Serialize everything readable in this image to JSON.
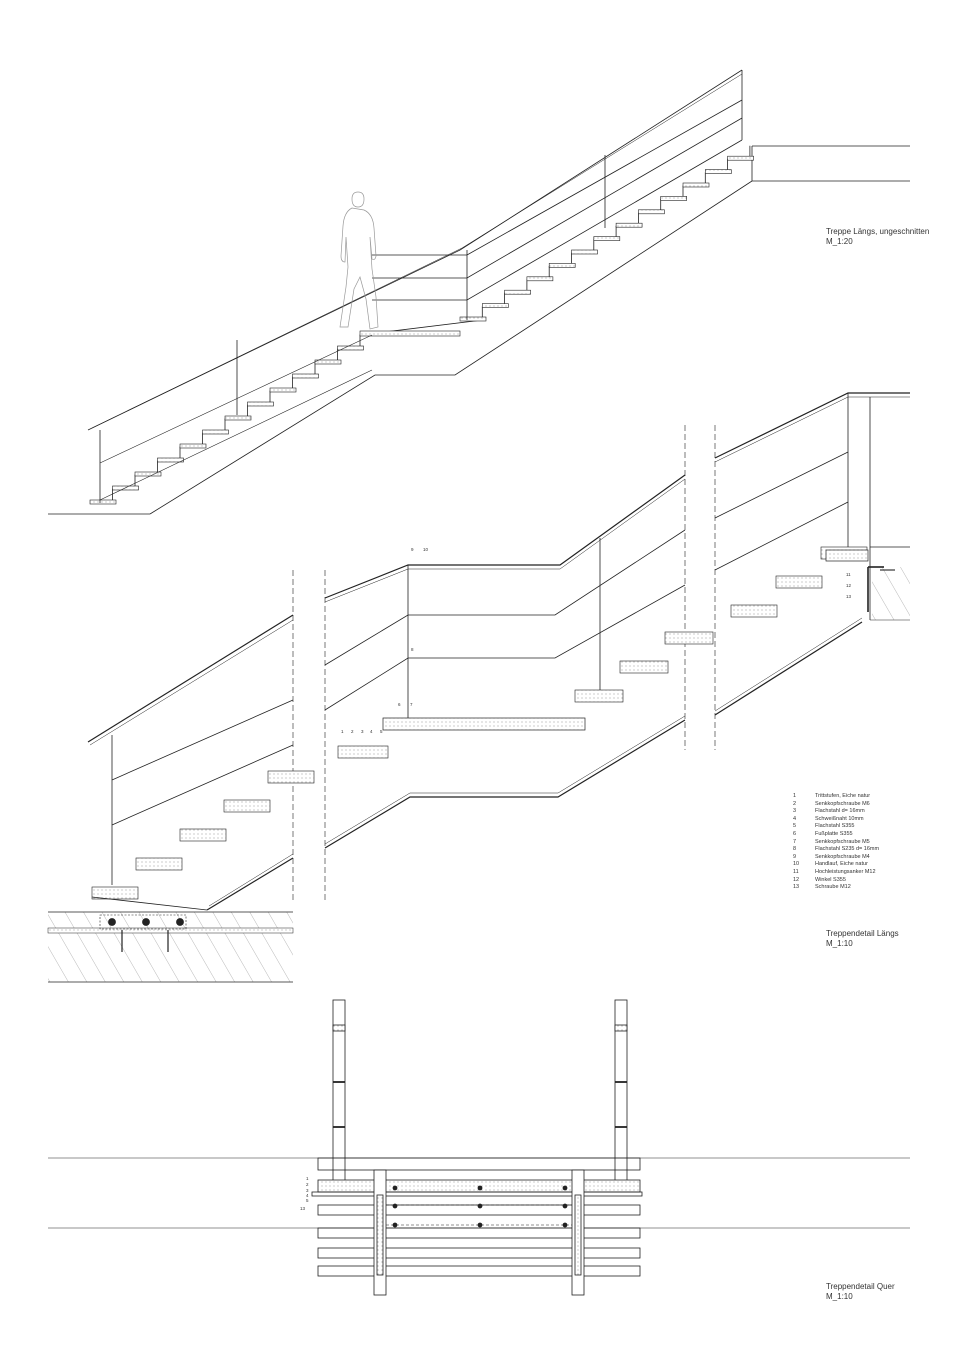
{
  "captions": {
    "longitudinal_view": {
      "title": "Treppe Längs, ungeschnitten",
      "scale": "M_1:20"
    },
    "longitudinal_detail": {
      "title": "Treppendetail Längs",
      "scale": "M_1:10"
    },
    "cross_detail": {
      "title": "Treppendetail Quer",
      "scale": "M_1:10"
    }
  },
  "legend": [
    {
      "num": "1",
      "text": "Trittstufen, Eiche natur"
    },
    {
      "num": "2",
      "text": "Senkkopfschraube M6"
    },
    {
      "num": "3",
      "text": "Flachstahl d= 16mm"
    },
    {
      "num": "4",
      "text": "Schweißnaht 10mm"
    },
    {
      "num": "5",
      "text": "Flachstahl S355"
    },
    {
      "num": "6",
      "text": "Fußplatte S355"
    },
    {
      "num": "7",
      "text": "Senkkopfschraube M5"
    },
    {
      "num": "8",
      "text": "Flachstahl S235 d= 16mm"
    },
    {
      "num": "9",
      "text": "Senkkopfschraube M4"
    },
    {
      "num": "10",
      "text": "Handlauf, Eiche natur"
    },
    {
      "num": "11",
      "text": "Hochleistungsanker M12"
    },
    {
      "num": "12",
      "text": "Winkel S355"
    },
    {
      "num": "13",
      "text": "Schraube M12"
    }
  ],
  "callouts": {
    "step_labels": [
      "1",
      "2",
      "3",
      "4",
      "5"
    ],
    "rail_labels": [
      "9",
      "10"
    ],
    "post_labels": [
      "6",
      "7",
      "8"
    ],
    "wall_labels": [
      "11",
      "12",
      "13"
    ],
    "cross_labels": [
      "1",
      "2",
      "3",
      "4",
      "5",
      "13"
    ]
  },
  "colors": {
    "line": "#222222",
    "hatch": "#888888",
    "person": "#999999"
  }
}
